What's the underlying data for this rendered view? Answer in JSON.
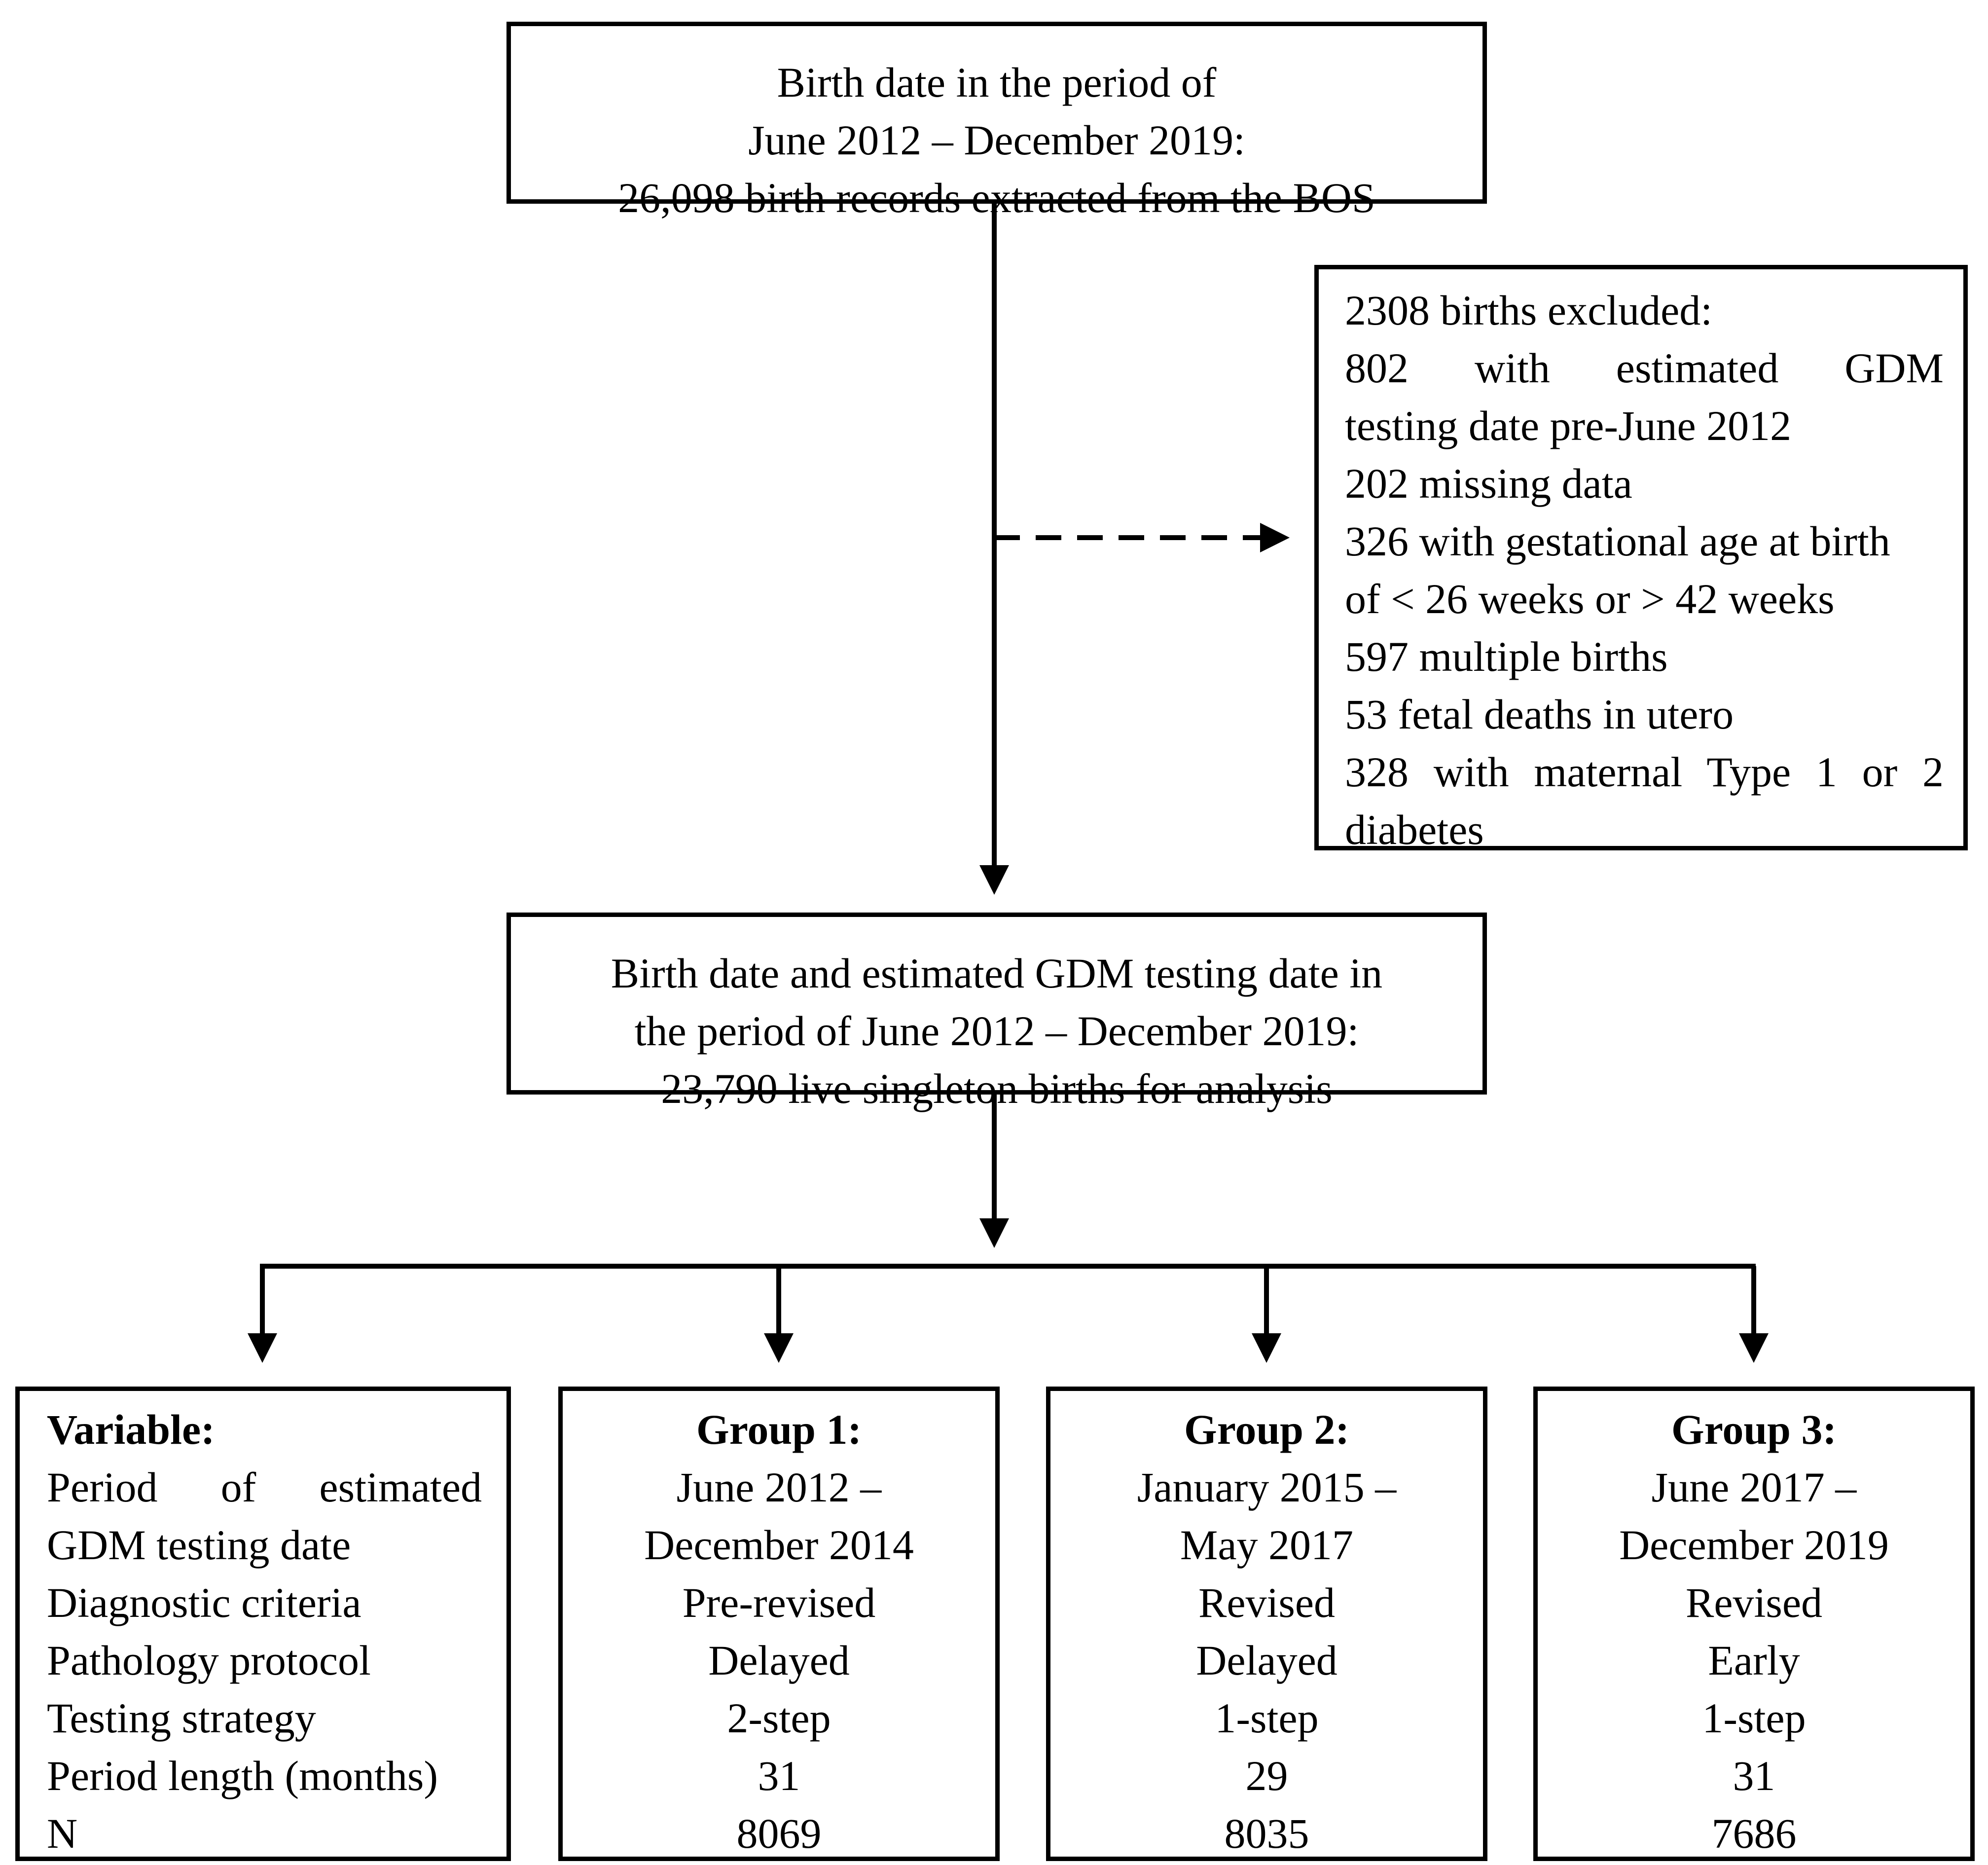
{
  "top_box": {
    "lines": [
      "Birth date in the period of",
      "June 2012 – December 2019:",
      "26,098 birth records extracted from the BOS"
    ]
  },
  "excluded_box": {
    "title": "2308 births excluded:",
    "lines": [
      "802 with estimated GDM",
      "testing date pre-June 2012",
      "202 missing data",
      "326 with gestational age at birth",
      "of < 26 weeks or > 42 weeks",
      "597 multiple births",
      "53 fetal deaths in utero",
      "328 with maternal Type 1 or 2",
      "diabetes"
    ]
  },
  "analysis_box": {
    "lines": [
      "Birth date and estimated GDM testing date in",
      "the period of June 2012 – December 2019:",
      "23,790 live singleton births for analysis"
    ]
  },
  "variable_box": {
    "title": "Variable:",
    "lines": [
      "Period of estimated",
      "GDM testing date",
      "Diagnostic criteria",
      "Pathology protocol",
      "Testing strategy",
      "Period length (months)",
      "N"
    ]
  },
  "groups": [
    {
      "title": "Group 1:",
      "period_start": "June 2012 –",
      "period_end": "December 2014",
      "criteria": "Pre-revised",
      "protocol": "Delayed",
      "strategy": "2-step",
      "length": "31",
      "n": "8069"
    },
    {
      "title": "Group 2:",
      "period_start": "January 2015 –",
      "period_end": "May 2017",
      "criteria": "Revised",
      "protocol": "Delayed",
      "strategy": "1-step",
      "length": "29",
      "n": "8035"
    },
    {
      "title": "Group 3:",
      "period_start": "June 2017 –",
      "period_end": "December 2019",
      "criteria": "Revised",
      "protocol": "Early",
      "strategy": "1-step",
      "length": "31",
      "n": "7686"
    }
  ]
}
